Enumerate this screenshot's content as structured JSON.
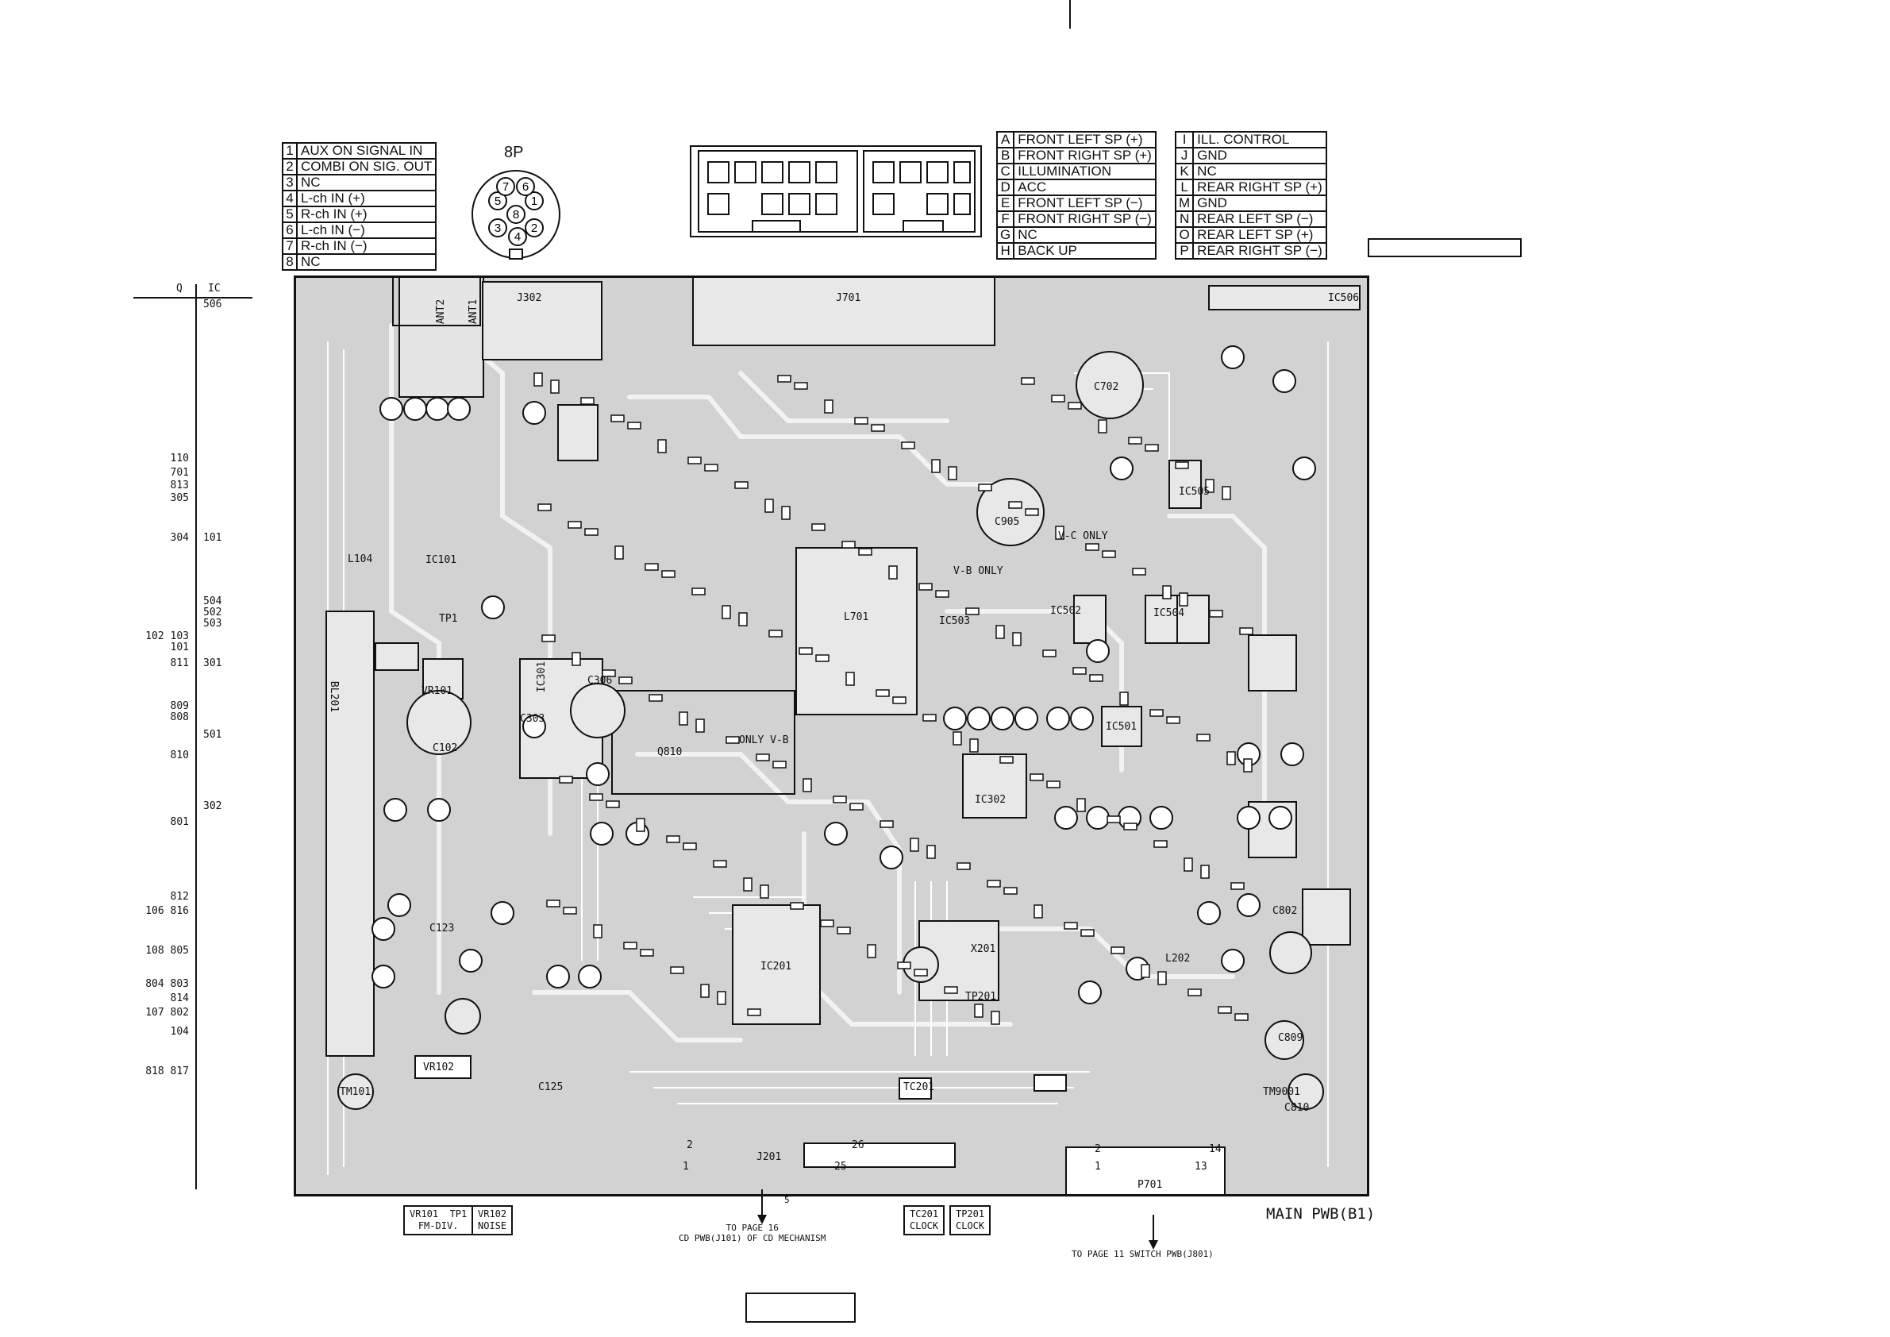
{
  "connector_8p": {
    "title": "8P",
    "pins": [
      {
        "n": "1",
        "label": "AUX ON SIGNAL  IN"
      },
      {
        "n": "2",
        "label": "COMBI ON SIG. OUT"
      },
      {
        "n": "3",
        "label": "NC"
      },
      {
        "n": "4",
        "label": "L-ch IN (+)"
      },
      {
        "n": "5",
        "label": "R-ch IN (+)"
      },
      {
        "n": "6",
        "label": "L-ch IN (−)"
      },
      {
        "n": "7",
        "label": "R-ch IN (−)"
      },
      {
        "n": "8",
        "label": "NC"
      }
    ],
    "din_pins": [
      "1",
      "2",
      "3",
      "4",
      "5",
      "6",
      "7",
      "8"
    ]
  },
  "speaker_table_left": [
    {
      "k": "A",
      "label": "FRONT LEFT SP (+)"
    },
    {
      "k": "B",
      "label": "FRONT RIGHT SP (+)"
    },
    {
      "k": "C",
      "label": "ILLUMINATION"
    },
    {
      "k": "D",
      "label": "ACC"
    },
    {
      "k": "E",
      "label": "FRONT LEFT SP (−)"
    },
    {
      "k": "F",
      "label": "FRONT RIGHT SP (−)"
    },
    {
      "k": "G",
      "label": "NC"
    },
    {
      "k": "H",
      "label": "BACK UP"
    }
  ],
  "speaker_table_right": [
    {
      "k": "I",
      "label": "ILL. CONTROL"
    },
    {
      "k": "J",
      "label": "GND"
    },
    {
      "k": "K",
      "label": "NC"
    },
    {
      "k": "L",
      "label": "REAR RIGHT SP (+)"
    },
    {
      "k": "M",
      "label": "GND"
    },
    {
      "k": "N",
      "label": "REAR LEFT SP (−)"
    },
    {
      "k": "O",
      "label": "REAR LEFT SP (+)"
    },
    {
      "k": "P",
      "label": "REAR RIGHT SP (−)"
    }
  ],
  "side_index": {
    "headers": [
      "Q",
      "IC"
    ],
    "rows": [
      {
        "q": "",
        "ic": "506"
      },
      {
        "q": "110",
        "ic": ""
      },
      {
        "q": "701",
        "ic": ""
      },
      {
        "q": "813",
        "ic": ""
      },
      {
        "q": "305",
        "ic": ""
      },
      {
        "q": "304",
        "ic": "101"
      },
      {
        "q": "",
        "ic": "504"
      },
      {
        "q": "",
        "ic": "502"
      },
      {
        "q": "",
        "ic": "503"
      },
      {
        "q": "102 103",
        "ic": ""
      },
      {
        "q": "101",
        "ic": ""
      },
      {
        "q": "811",
        "ic": "301"
      },
      {
        "q": "809",
        "ic": ""
      },
      {
        "q": "808",
        "ic": ""
      },
      {
        "q": "",
        "ic": "501"
      },
      {
        "q": "810",
        "ic": ""
      },
      {
        "q": "",
        "ic": "302"
      },
      {
        "q": "801",
        "ic": ""
      },
      {
        "q": "812",
        "ic": ""
      },
      {
        "q": "106 816",
        "ic": ""
      },
      {
        "q": "108 805",
        "ic": ""
      },
      {
        "q": "804 803",
        "ic": ""
      },
      {
        "q": "814",
        "ic": ""
      },
      {
        "q": "107 802",
        "ic": ""
      },
      {
        "q": "104",
        "ic": ""
      },
      {
        "q": "818 817",
        "ic": ""
      }
    ]
  },
  "board_labels": {
    "j302": "J302",
    "j701": "J701",
    "l701": "L701",
    "ic101": "IC101",
    "ic201": "IC201",
    "ic301": "IC301",
    "ic302": "IC302",
    "ic501": "IC501",
    "ic502": "IC502",
    "ic503": "IC503",
    "ic504": "IC504",
    "ic505": "IC505",
    "ic506": "IC506",
    "bl201": "BL201",
    "x201": "X201",
    "tp201": "TP201",
    "tc201": "TC201",
    "vr101": "VR101",
    "vr102": "VR102",
    "tm101": "TM101",
    "tm9001": "TM9001",
    "j201": "J201",
    "p701": "P701",
    "c702": "C702",
    "c905": "C905",
    "c306": "C306",
    "l104": "L104",
    "l202": "L202",
    "ant1": "ANT1",
    "ant2": "ANT2",
    "only_vb": "ONLY V-B",
    "vc_only": "V-C ONLY",
    "vb_only": "V-B ONLY",
    "tp1": "TP1",
    "q810": "Q810",
    "c102": "C102",
    "c303": "C303",
    "c123": "C123",
    "c125": "C125",
    "c809": "C809",
    "c810": "C810",
    "c802": "C802"
  },
  "connector_pins": {
    "j201_a": "2",
    "j201_b": "26",
    "j201_c": "1",
    "j201_d": "25",
    "p701_a": "2",
    "p701_b": "14",
    "p701_c": "1",
    "p701_d": "13"
  },
  "boxes": {
    "vr101_tp1": "VR101  TP1\nFM-DIV.",
    "vr102": "VR102\nNOISE",
    "tc201": "TC201\nCLOCK",
    "tp201": "TP201\nCLOCK"
  },
  "notes": {
    "pin5": "5",
    "cd_page": "TO PAGE 16\nCD PWB(J101) OF CD MECHANISM",
    "switch_page": "TO PAGE 11  SWITCH PWB(J801)",
    "main_title": "MAIN PWB(B1)"
  }
}
